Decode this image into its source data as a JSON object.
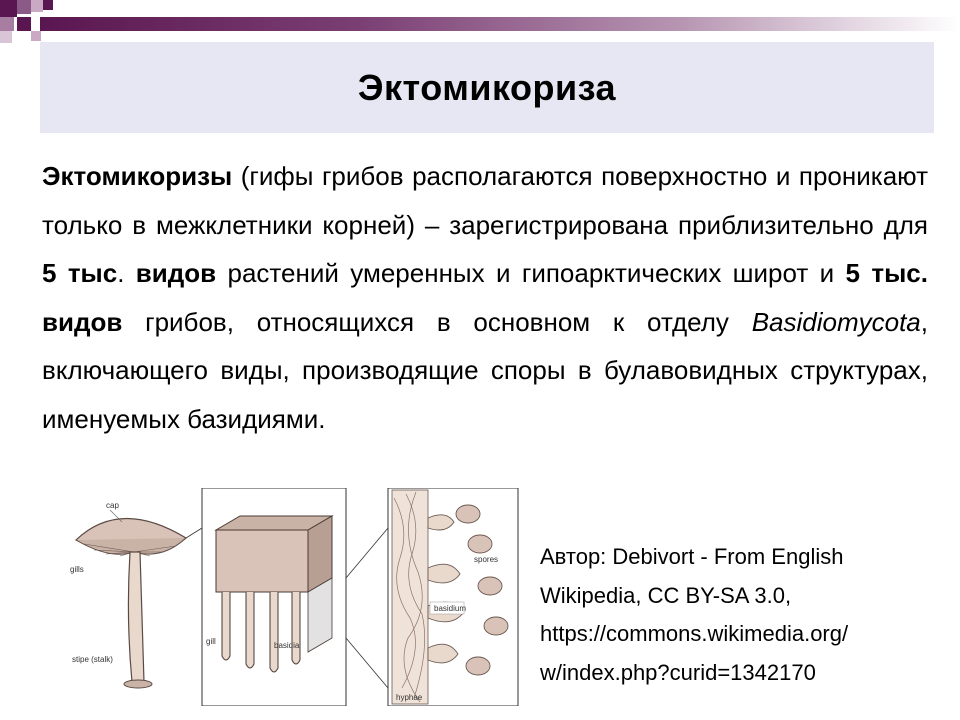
{
  "slide": {
    "title": "Эктомикориза",
    "body": {
      "s1_bold": "Эктомикоризы",
      "s2": " (гифы грибов располагаются поверхностно и проникают только в межклетники корней) – зарегистрирована приблизительно для ",
      "s3_bold": "5 тыс",
      "s4": ". ",
      "s5_bold": "видов",
      "s6": " растений умеренных и гипоарктических широт и ",
      "s7_bold": "5 тыс. видов",
      "s8": " грибов, относящихся в основном к отделу ",
      "s9_italic": "Basidiomycota",
      "s10": ", включающего виды, производящие споры в булавовидных структурах, именуемых базидиями."
    },
    "credit": {
      "line1": "Автор: Debivort - From English",
      "line2": "Wikipedia, CC BY-SA 3.0,",
      "line3": "https://commons.wikimedia.org/",
      "line4": "w/index.php?curid=1342170"
    },
    "figure_labels": {
      "cap": "cap",
      "gills": "gills",
      "stipe": "stipe (stalk)",
      "gill": "gill",
      "basidia": "basidia",
      "spores": "spores",
      "basidium": "basidium",
      "hyphae": "hyphae"
    },
    "colors": {
      "band_dark": "#5a1650",
      "title_bg": "#e7e7f3",
      "cap": "#d9c3b8",
      "tissue": "#e9d8cc"
    }
  }
}
